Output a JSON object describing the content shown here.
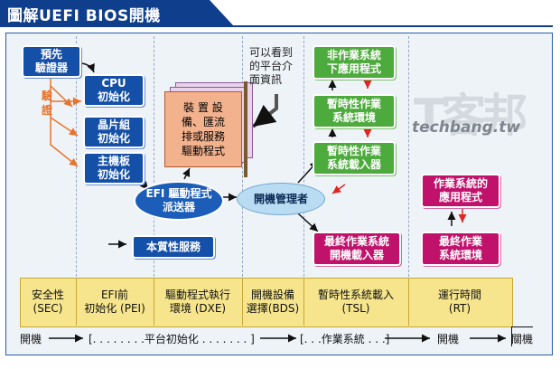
{
  "title": "圖解UEFI BIOS開機",
  "watermark": {
    "brand": "T客邦",
    "site": "techbang.tw"
  },
  "note": "可以看到\n的平台介\n面資訊",
  "verify_label": "驗\n證",
  "boxes": {
    "pre_verifier": "預先\n驗證器",
    "cpu_init": "CPU\n初始化",
    "chipset_init": "晶片組\n初始化",
    "board_init": "主機板\n初始化",
    "device_services": "裝 置 設\n備、匯流\n排或服務\n驅動程式",
    "efi_dispatcher": "EFI 驅動程式\n派送器",
    "intrinsic_services": "本質性服務",
    "boot_manager": "開機管理者",
    "os_app": "非作業系統\n下應用程式",
    "transient_env": "暫時性作業\n系統環境",
    "transient_loader": "暫時性作業\n系統載入器",
    "final_loader": "最終作業系統\n開機載入器",
    "os_app_right": "作業系統的\n應用程式",
    "final_env": "最終作業\n系統環境"
  },
  "stages": [
    "安全性\n(SEC)",
    "EFI前\n初始化 (PEI)",
    "驅動程式執行\n環境 (DXE)",
    "開機設備\n選擇(BDS)",
    "暫時性系統載入\n(TSL)",
    "運行時間\n(RT)"
  ],
  "timeline": {
    "start": "開機",
    "platform": "[. . . . . . . .平台初始化 . . . . . . . ]",
    "os": "[. . .作業系統 . . .]",
    "mid": "開機",
    "end": "關機"
  },
  "colors": {
    "title_bg": "#0f3e8c",
    "blue": "#1550a8",
    "green": "#4daa3c",
    "pink": "#c0126b",
    "orange": "#e8742c",
    "red": "#e0261f",
    "stage_bg": "#f6e58c"
  }
}
